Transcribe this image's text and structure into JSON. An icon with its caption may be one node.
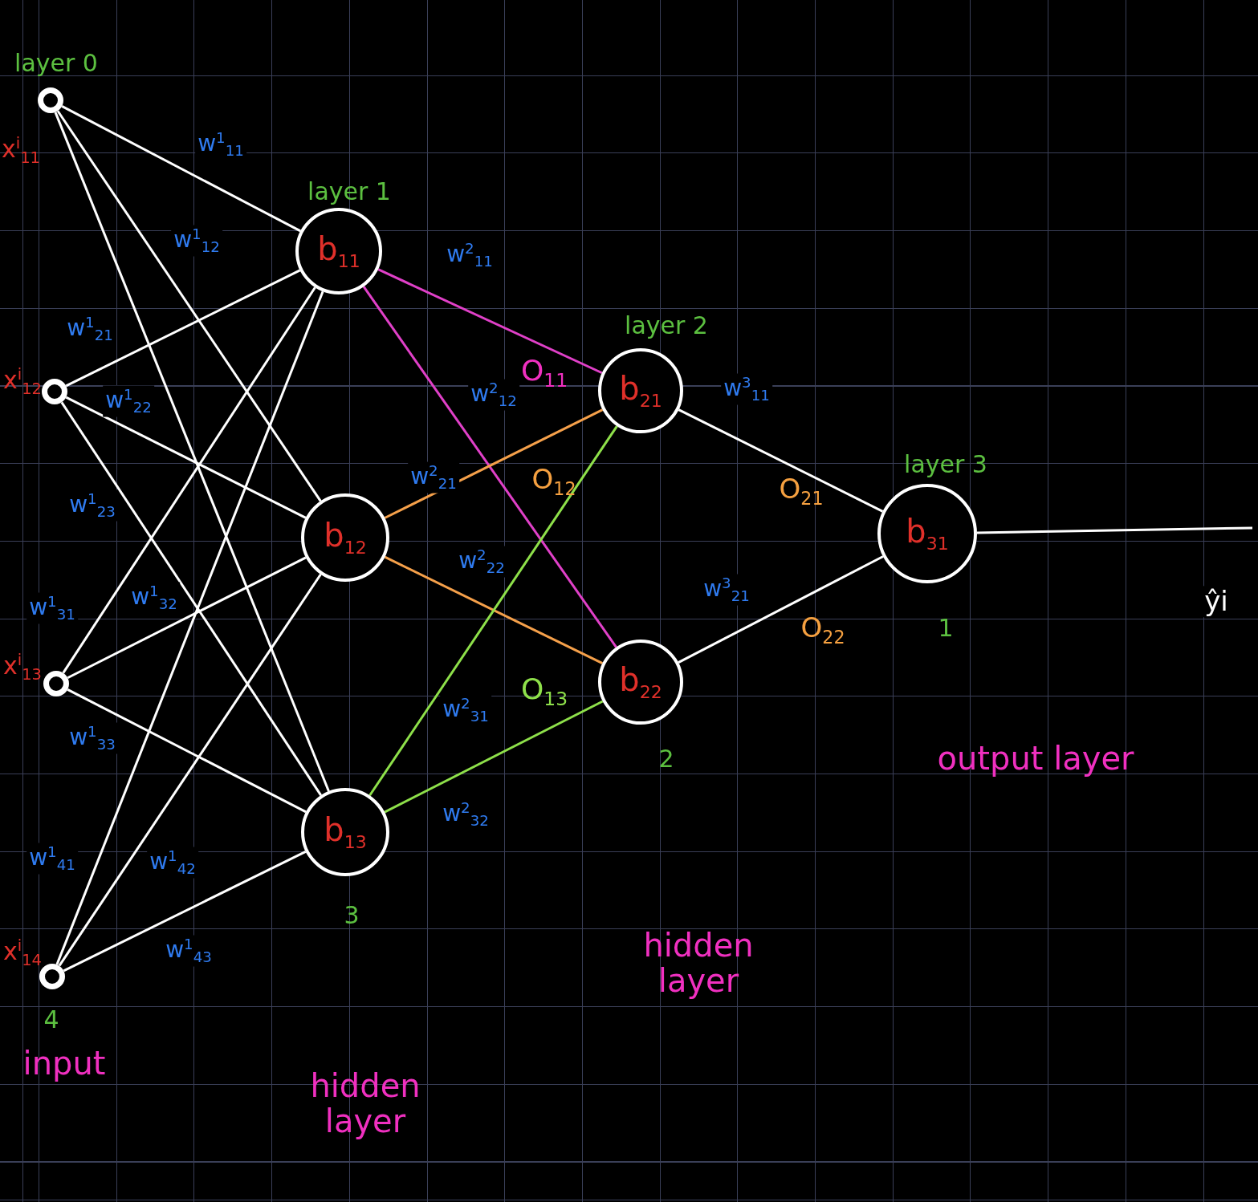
{
  "diagram": {
    "nodes": [
      {
        "text": [],
        "shape": "circle",
        "beside": [
          "layer 0",
          "x$^{i}$$_{11}$"
        ]
      },
      {
        "text": [],
        "shape": "circle",
        "beside": [
          "x$^{i}$$_{12}$"
        ]
      },
      {
        "text": [],
        "shape": "circle",
        "beside": [
          "x$^{i}$$_{13}$"
        ]
      },
      {
        "text": [],
        "shape": "circle",
        "beside": [
          "x$^{i}$$_{14}$",
          "4"
        ]
      },
      {
        "text": [
          "b$_{11}$"
        ],
        "beside": [
          "layer 1"
        ]
      },
      {
        "text": [
          "b$_{12}$"
        ]
      },
      {
        "text": [
          "b$_{13}$"
        ],
        "beside": [
          "3"
        ]
      },
      {
        "text": [
          "b$_{21}$"
        ],
        "beside": [
          "layer 2"
        ]
      },
      {
        "text": [
          "b$_{22}$"
        ],
        "beside": [
          "2"
        ]
      },
      {
        "text": [
          "b$_{31}$"
        ],
        "beside": [
          "layer 3",
          "1"
        ]
      }
    ],
    "edges": [
      {
        "from": 0,
        "to": 4,
        "arrow": "none",
        "label": "w$^{1}$$_{11}$"
      },
      {
        "from": 0,
        "to": 5,
        "arrow": "none",
        "label": "w$^{1}$$_{12}$"
      },
      {
        "from": 0,
        "to": 6,
        "arrow": "none"
      },
      {
        "from": 1,
        "to": 4,
        "arrow": "none",
        "label": "w$^{1}$$_{21}$"
      },
      {
        "from": 1,
        "to": 5,
        "arrow": "none",
        "label": "w$^{1}$$_{22}$"
      },
      {
        "from": 1,
        "to": 6,
        "arrow": "none",
        "label": "w$^{1}$$_{23}$"
      },
      {
        "from": 2,
        "to": 4,
        "arrow": "none",
        "label": "w$^{1}$$_{31}$"
      },
      {
        "from": 2,
        "to": 5,
        "arrow": "none",
        "label": "w$^{1}$$_{32}$"
      },
      {
        "from": 2,
        "to": 6,
        "arrow": "none",
        "label": "w$^{1}$$_{33}$"
      },
      {
        "from": 3,
        "to": 4,
        "arrow": "none",
        "label": "w$^{1}$$_{41}$"
      },
      {
        "from": 3,
        "to": 5,
        "arrow": "none",
        "label": "w$^{1}$$_{42}$"
      },
      {
        "from": 3,
        "to": 6,
        "arrow": "none",
        "label": "w$^{1}$$_{43}$"
      },
      {
        "from": 4,
        "to": 7,
        "arrow": "none",
        "label": "w$^{2}$$_{11}$",
        "color": "#e040c8"
      },
      {
        "from": 4,
        "to": 8,
        "arrow": "none",
        "label": "w$^{2}$$_{12}$",
        "color": "#e040c8"
      },
      {
        "from": 5,
        "to": 7,
        "arrow": "none",
        "label": "w$^{2}$$_{21}$",
        "color": "#f5a04a"
      },
      {
        "from": 5,
        "to": 8,
        "arrow": "none",
        "label": "w$^{2}$$_{22}$",
        "color": "#f5a04a"
      },
      {
        "from": 6,
        "to": 7,
        "arrow": "none",
        "label": "w$^{2}$$_{31}$",
        "color": "#8ee04a"
      },
      {
        "from": 6,
        "to": 8,
        "arrow": "none",
        "label": "w$^{2}$$_{32}$",
        "color": "#8ee04a"
      },
      {
        "from": 7,
        "to": 9,
        "arrow": "none",
        "label": "w$^{3}$$_{11}$"
      },
      {
        "from": 8,
        "to": 9,
        "arrow": "none",
        "label": "w$^{3}$$_{21}$"
      },
      {
        "from": 9,
        "to": null,
        "arrow": "none",
        "label": "ŷi"
      }
    ],
    "labels": [
      "O$_{11}$",
      "O$_{12}$",
      "O$_{13}$",
      "O$_{21}$",
      "O$_{22}$",
      "input",
      "hidden layer",
      "hidden layer",
      "output layer"
    ]
  }
}
